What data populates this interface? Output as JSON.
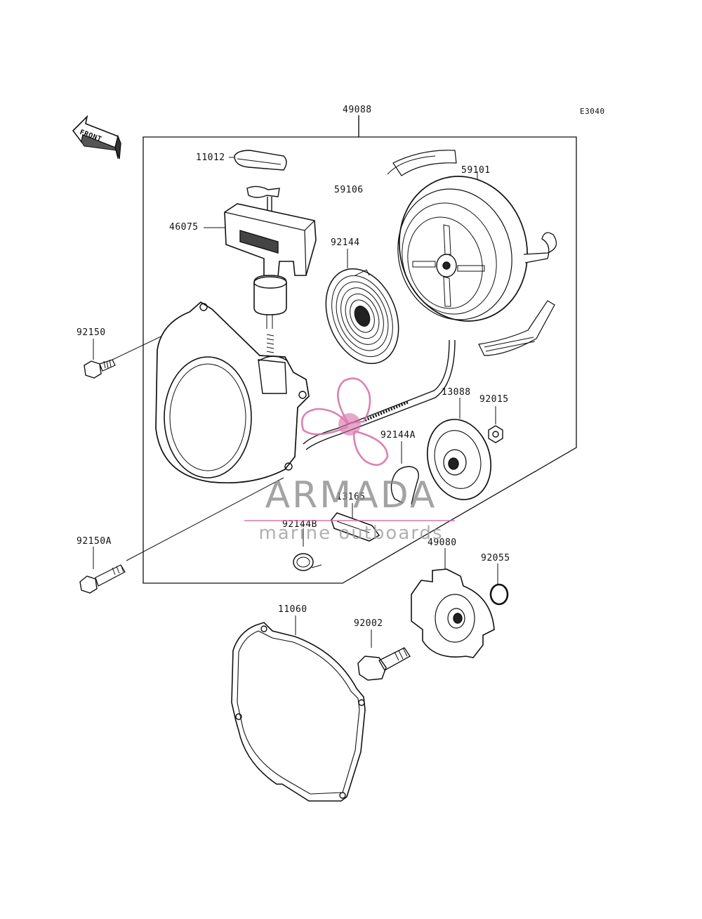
{
  "diagram": {
    "code": "E3040",
    "front_label": "FRONT",
    "parts": {
      "p49088": "49088",
      "p11012": "11012",
      "p59106": "59106",
      "p59101": "59101",
      "p46075": "46075",
      "p92144": "92144",
      "p92150": "92150",
      "p13088": "13088",
      "p92015": "92015",
      "p92144A": "92144A",
      "p13165": "13165",
      "p92144B": "92144B",
      "p92150A": "92150A",
      "p49080": "49080",
      "p92055": "92055",
      "p11060": "11060",
      "p92002": "92002"
    }
  },
  "watermark": {
    "brand": "ARMADA",
    "tagline": "marine outboards",
    "colors": {
      "logo_pink": "#d56ca6",
      "text_gray": "#8a8a8a"
    }
  }
}
